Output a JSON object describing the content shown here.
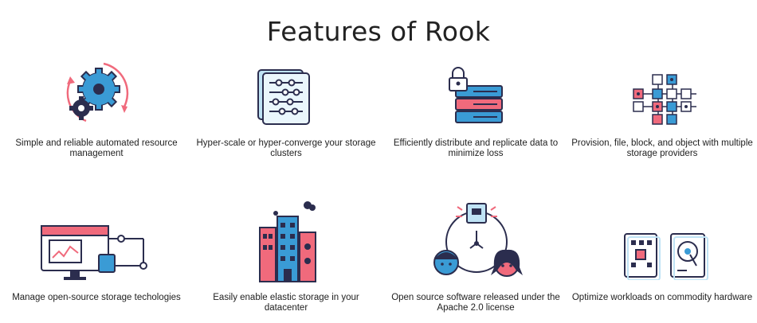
{
  "page": {
    "title": "Features of Rook"
  },
  "features": [
    {
      "icon": "gears-refresh-icon",
      "caption": "Simple and reliable automated resource management"
    },
    {
      "icon": "server-rack-sliders-icon",
      "caption": "Hyper-scale or hyper-converge your storage clusters"
    },
    {
      "icon": "locked-database-icon",
      "caption": "Efficiently distribute and replicate data to minimize loss"
    },
    {
      "icon": "storage-grid-icon",
      "caption": "Provision, file, block, and object with multiple storage providers"
    },
    {
      "icon": "monitor-network-icon",
      "caption": "Manage open-source storage techologies"
    },
    {
      "icon": "datacenter-buildings-icon",
      "caption": "Easily enable elastic storage in your datacenter"
    },
    {
      "icon": "open-source-community-icon",
      "caption": "Open source software released under the Apache 2.0 license"
    },
    {
      "icon": "commodity-hardware-icon",
      "caption": "Optimize workloads on commodity hardware"
    }
  ],
  "colors": {
    "navy": "#2b2d4e",
    "pink": "#f06a7c",
    "blue": "#3a9bd5",
    "light-blue": "#bfe3f5",
    "text": "#1e1e1e"
  }
}
